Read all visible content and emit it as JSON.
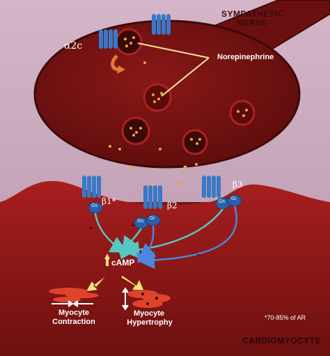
{
  "labels": {
    "nerve_line1": "SYMPATHETIC",
    "nerve_line2": "NERVE",
    "alpha2c": "α2c",
    "norepinephrine": "Norepinephrine",
    "beta1": "β1*",
    "beta2": "β2",
    "beta3": "β3",
    "gs": "Gs",
    "gi": "Gi",
    "camp": "cAMP",
    "plus": "+",
    "minus": "−",
    "myocyte_contraction_line1": "Myocyte",
    "myocyte_contraction_line2": "Contraction",
    "myocyte_hypertrophy_line1": "Myocyte",
    "myocyte_hypertrophy_line2": "Hypertrophy",
    "footnote": "*70-85% of AR",
    "cardiomyocyte": "CARDIOMYOCYTE"
  },
  "colors": {
    "background": "#6f1818",
    "nerve_body": "#7e1414",
    "nerve_outline": "#4a0a0a",
    "cell_surface": "#a01c1c",
    "receptor": "#3a78c8",
    "gprotein": "#2c5fa8",
    "signal_teal": "#57c7c2",
    "signal_blue": "#4a88e0",
    "vesicle_dot": "#f0a040",
    "nt_line": "#f5e6a0",
    "arrow_yellow": "#f2e27a",
    "arrow_orange": "#e8773a",
    "myocyte_red": "#e0432b"
  },
  "icons": {
    "receptor": "receptor-icon",
    "g_protein": "g-protein-icon",
    "vesicle": "vesicle-icon",
    "myocyte": "myocyte-icon"
  }
}
